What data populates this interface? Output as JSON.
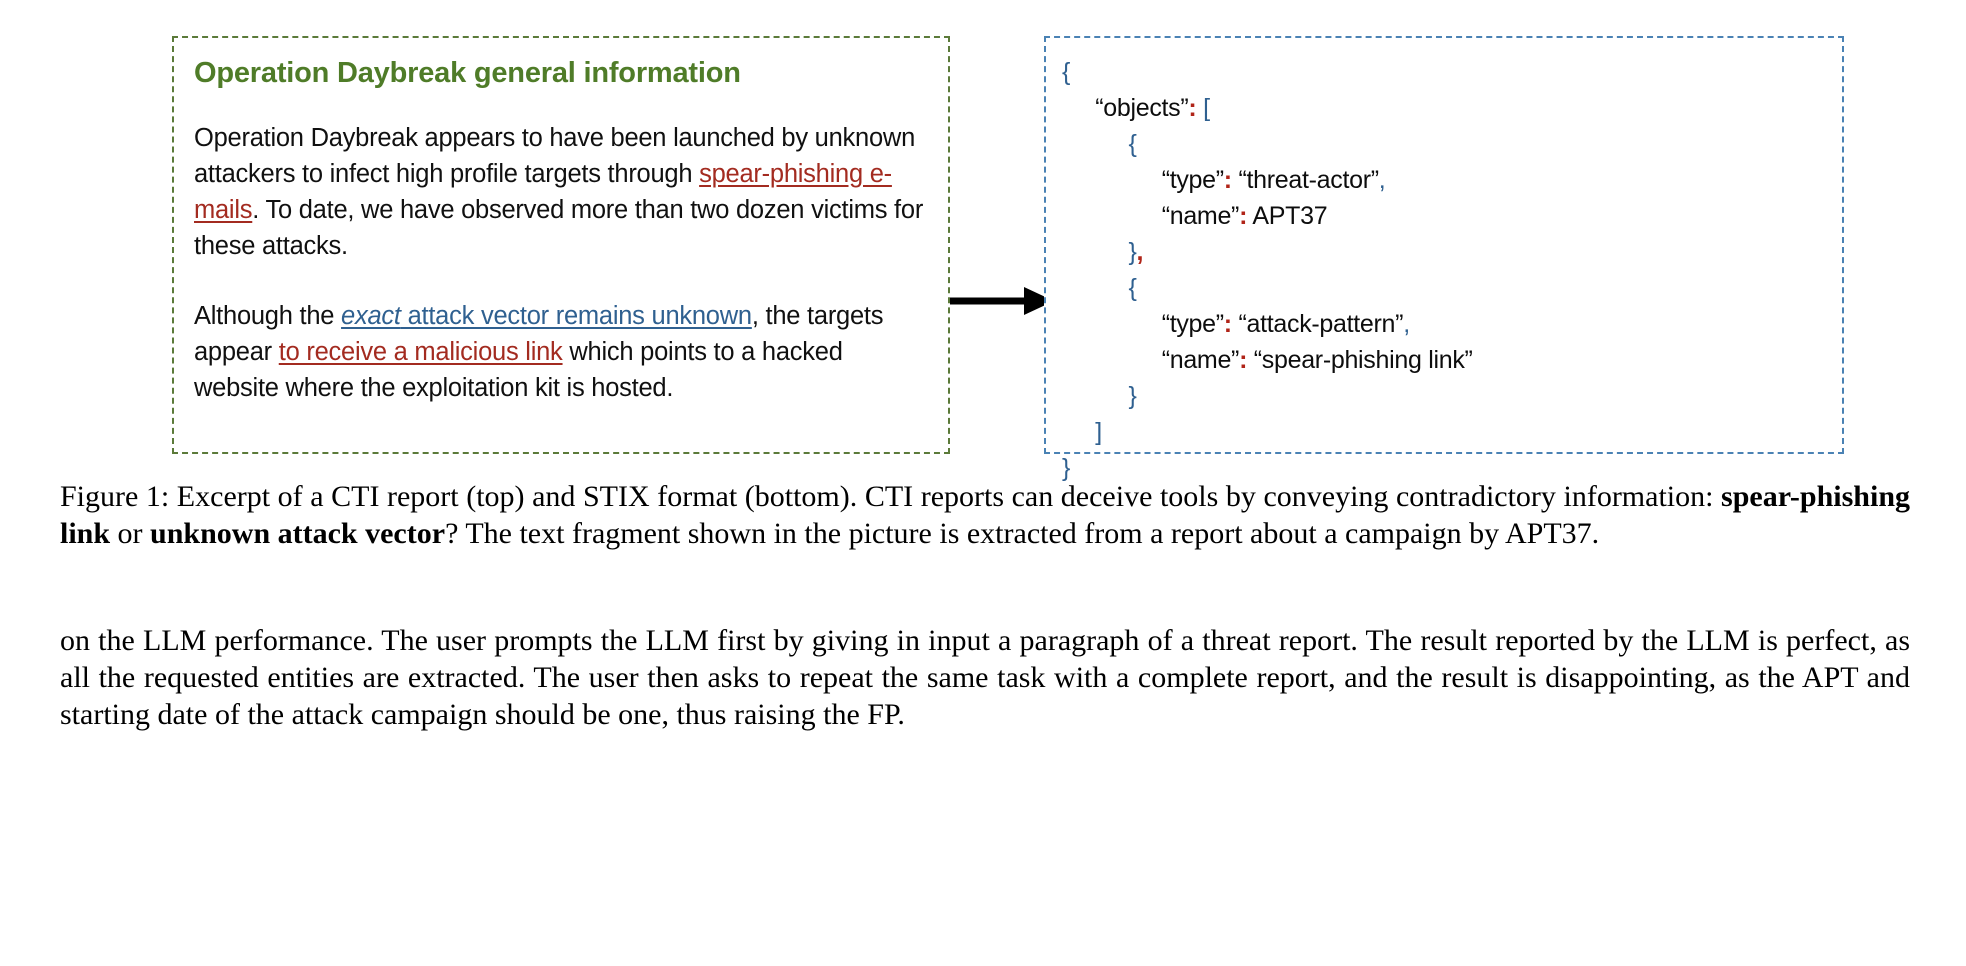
{
  "report_card": {
    "title": "Operation Daybreak general information",
    "paragraph1": {
      "seg1": "Operation Daybreak appears to have been launched by unknown attackers to infect high profile targets through ",
      "highlight_red": "spear-phishing e-mails",
      "seg2": ". To date, we have observed more than two dozen victims for these attacks."
    },
    "paragraph2": {
      "seg1": "Although the ",
      "highlight_blue_italic": "exact",
      "highlight_blue_rest": " attack vector remains unknown",
      "seg2": ", the targets appear ",
      "highlight_red": "to receive a malicious link",
      "seg3": " which points to a hacked website where the exploitation kit is hosted."
    },
    "border_color": "#5b7a39",
    "title_color": "#4f7c28",
    "red_color": "#a32b20",
    "blue_color": "#2f6090"
  },
  "arrow": {
    "label": "transform-arrow",
    "color": "#000000"
  },
  "stix_card": {
    "border_color": "#4a82b4",
    "brace_color": "#2f6090",
    "punct_color": "#b02418",
    "lines": [
      {
        "indent": 0,
        "text": "{",
        "kind": "brace"
      },
      {
        "indent": 1,
        "key": "“objects”",
        "colon": ":",
        "value": "[",
        "kind": "key-open"
      },
      {
        "indent": 2,
        "text": "{",
        "kind": "brace"
      },
      {
        "indent": 3,
        "key": "“type”",
        "colon": ":",
        "value": "“threat-actor”",
        "trail": ",",
        "kind": "pair"
      },
      {
        "indent": 3,
        "key": "“name”",
        "colon": ":",
        "value": "APT37",
        "trail": "",
        "kind": "pair"
      },
      {
        "indent": 2,
        "text": "}",
        "trail": ",",
        "kind": "brace"
      },
      {
        "indent": 2,
        "text": "{",
        "kind": "brace"
      },
      {
        "indent": 3,
        "key": "“type”",
        "colon": ":",
        "value": "“attack-pattern”",
        "trail": ",",
        "kind": "pair"
      },
      {
        "indent": 3,
        "key": "“name”",
        "colon": ":",
        "value": "“spear-phishing link”",
        "trail": "",
        "kind": "pair"
      },
      {
        "indent": 2,
        "text": "}",
        "kind": "brace"
      },
      {
        "indent": 1,
        "text": "]",
        "kind": "brace"
      },
      {
        "indent": 0,
        "text": "}",
        "kind": "brace"
      }
    ]
  },
  "caption": {
    "seg1": "Figure 1: Excerpt of a CTI report (top) and STIX format (bottom).  CTI reports can deceive tools by conveying contradictory information: ",
    "bold1": "spear-phishing link",
    "seg2": " or ",
    "bold2": "unknown attack vector",
    "seg3": "? The text fragment shown in the picture is extracted from a report about a campaign by APT37."
  },
  "body_text": {
    "paragraph": "on the LLM performance. The user prompts the LLM first by giving in input a paragraph of a threat report. The result reported by the LLM is perfect, as all the requested entities are extracted. The user then asks to repeat the same task with a complete report, and the result is disappointing, as the APT and starting date of the attack campaign should be one, thus raising the FP."
  }
}
